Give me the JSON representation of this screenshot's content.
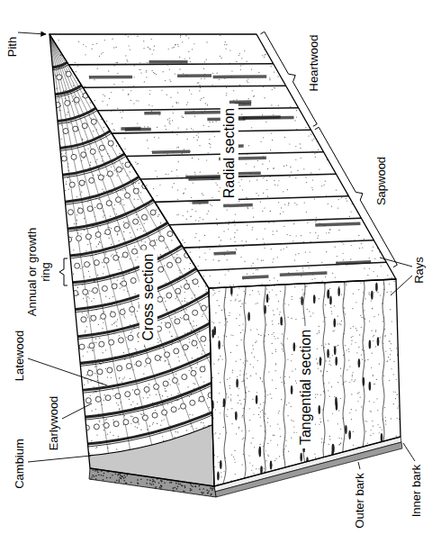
{
  "diagram": {
    "labels": [
      "Pith",
      "Heartwood",
      "Sapwood",
      "Radial section",
      "Cross section",
      "Annual or growth ring",
      "Tangential section",
      "Rays",
      "Latewood",
      "Earlywood",
      "Cambium",
      "Inner bark",
      "Outer bark"
    ]
  }
}
